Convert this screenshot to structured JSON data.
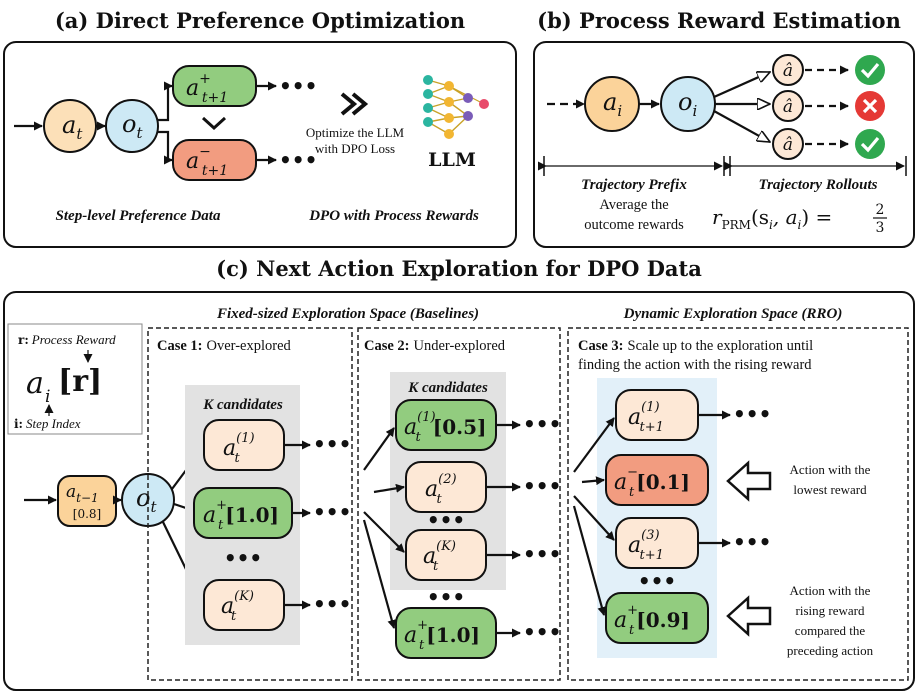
{
  "panel_a": {
    "title": "(a) Direct Preference Optimization",
    "node_a": "a",
    "node_a_sub": "t",
    "node_o": "o",
    "node_o_sub": "t",
    "pos_node": "a",
    "pos_sup": "+",
    "pos_sub": "t+1",
    "neg_node": "a",
    "neg_sup": "−",
    "neg_sub": "t+1",
    "ellipsis": "•••",
    "optimize_line1": "Optimize the LLM",
    "optimize_line2": "with DPO Loss",
    "llm_label": "LLM",
    "caption_left": "Step-level Preference Data",
    "caption_right": "DPO with Process Rewards"
  },
  "panel_b": {
    "title": "(b) Process Reward Estimation",
    "node_a": "a",
    "node_a_sub": "i",
    "node_o": "o",
    "node_o_sub": "i",
    "rollout_label": "â",
    "prefix_label": "Trajectory Prefix",
    "rollouts_label": "Trajectory Rollouts",
    "avg_line1": "Average the",
    "avg_line2": "outcome rewards",
    "formula_r": "r",
    "formula_sub": "PRM",
    "formula_args": "(s",
    "formula_args_sub": "i",
    "formula_rest": ", a",
    "formula_rest_sub": "i",
    "formula_eq": ") =",
    "formula_num": "2",
    "formula_den": "3"
  },
  "panel_c": {
    "title": "(c) Next Action Exploration for DPO Data",
    "fixed_header": "Fixed-sized Exploration Space (Baselines)",
    "dynamic_header": "Dynamic Exploration Space (RRO)",
    "legend": {
      "r_key": "r:",
      "r_text": "Process Reward",
      "i_key": "i:",
      "i_text": "Step Index",
      "a": "a",
      "sub": "i",
      "bracket": "[r]"
    },
    "start_node": {
      "a": "a",
      "sub": "t−1",
      "value": "[0.8]"
    },
    "o_node": {
      "o": "o",
      "sub": "t"
    },
    "case1": {
      "label": "Case 1:",
      "desc": "Over-explored",
      "k_label": "K candidates",
      "n1": {
        "a": "a",
        "sup": "(1)",
        "sub": "t"
      },
      "n2": {
        "a": "a",
        "sup": "+",
        "sub": "t",
        "value": "[1.0]"
      },
      "n3": {
        "a": "a",
        "sup": "(K)",
        "sub": "t"
      }
    },
    "case2": {
      "label": "Case 2:",
      "desc": "Under-explored",
      "k_label": "K candidates",
      "n1": {
        "a": "a",
        "sup": "(1)",
        "sub": "t",
        "value": "[0.5]"
      },
      "n2": {
        "a": "a",
        "sup": "(2)",
        "sub": "t"
      },
      "n3": {
        "a": "a",
        "sup": "(K)",
        "sub": "t"
      },
      "n4": {
        "a": "a",
        "sup": "+",
        "sub": "t",
        "value": "[1.0]"
      }
    },
    "case3": {
      "label": "Case 3:",
      "desc_line1": "Scale up to the exploration until",
      "desc_line2": "finding the action with the rising reward",
      "n1": {
        "a": "a",
        "sup": "(1)",
        "sub": "t+1"
      },
      "n2": {
        "a": "a",
        "sup": "−",
        "sub": "t",
        "value": "[0.1]"
      },
      "n3": {
        "a": "a",
        "sup": "(3)",
        "sub": "t+1"
      },
      "n4": {
        "a": "a",
        "sup": "+",
        "sub": "t",
        "value": "[0.9]"
      },
      "lowest_line1": "Action with the",
      "lowest_line2": "lowest reward",
      "rising_line1": "Action with the",
      "rising_line2": "rising reward",
      "rising_line3": "compared the",
      "rising_line4": "preceding action"
    },
    "ellipsis": "•••"
  },
  "colors": {
    "orange_fill": "#fce0b8",
    "orange_strong": "#fbd39a",
    "blue_fill": "#cde9f5",
    "green_fill": "#92cc7f",
    "red_fill": "#f29c80",
    "peach_fill": "#fde8d6",
    "gray_band": "#e2e2e2",
    "blue_band": "#e2f0f9",
    "check_green": "#2fa84f",
    "cross_red": "#e53935"
  }
}
